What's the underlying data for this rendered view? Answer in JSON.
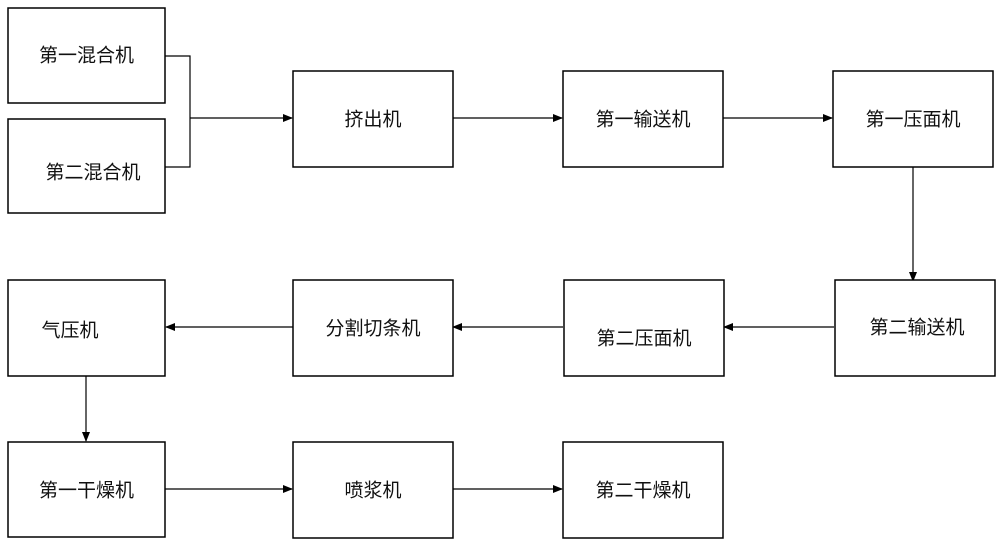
{
  "diagram": {
    "nodes": [
      {
        "id": "mixer1",
        "label": "第一混合机"
      },
      {
        "id": "mixer2",
        "label": "第二混合机"
      },
      {
        "id": "extruder",
        "label": "挤出机"
      },
      {
        "id": "conveyor1",
        "label": "第一输送机"
      },
      {
        "id": "press1",
        "label": "第一压面机"
      },
      {
        "id": "conveyor2",
        "label": "第二输送机"
      },
      {
        "id": "press2",
        "label": "第二压面机"
      },
      {
        "id": "cutter",
        "label": "分割切条机"
      },
      {
        "id": "airpress",
        "label": "气压机"
      },
      {
        "id": "dryer1",
        "label": "第一干燥机"
      },
      {
        "id": "sprayer",
        "label": "喷浆机"
      },
      {
        "id": "dryer2",
        "label": "第二干燥机"
      }
    ],
    "edges": [
      {
        "from": "mixer1",
        "to": "extruder"
      },
      {
        "from": "mixer2",
        "to": "extruder"
      },
      {
        "from": "extruder",
        "to": "conveyor1"
      },
      {
        "from": "conveyor1",
        "to": "press1"
      },
      {
        "from": "press1",
        "to": "conveyor2"
      },
      {
        "from": "conveyor2",
        "to": "press2"
      },
      {
        "from": "press2",
        "to": "cutter"
      },
      {
        "from": "cutter",
        "to": "airpress"
      },
      {
        "from": "airpress",
        "to": "dryer1"
      },
      {
        "from": "dryer1",
        "to": "sprayer"
      },
      {
        "from": "sprayer",
        "to": "dryer2"
      }
    ]
  }
}
